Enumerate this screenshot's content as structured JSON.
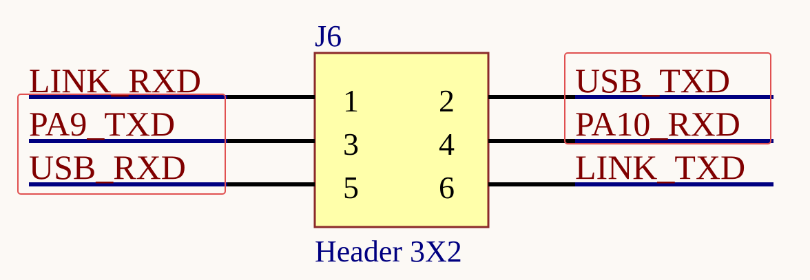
{
  "component": {
    "designator": "J6",
    "comment": "Header 3X2",
    "pins": [
      "1",
      "2",
      "3",
      "4",
      "5",
      "6"
    ]
  },
  "nets": {
    "left": [
      "LINK_RXD",
      "PA9_TXD",
      "USB_RXD"
    ],
    "right": [
      "USB_TXD",
      "PA10_RXD",
      "LINK_TXD"
    ]
  },
  "colors": {
    "background": "#fcf9f5",
    "body_fill": "#ffffaa",
    "body_border": "#8b2a2a",
    "wire": "#000000",
    "net_line": "#000080",
    "net_text": "#800000",
    "designator_text": "#000080",
    "highlight_box": "#e05050"
  }
}
